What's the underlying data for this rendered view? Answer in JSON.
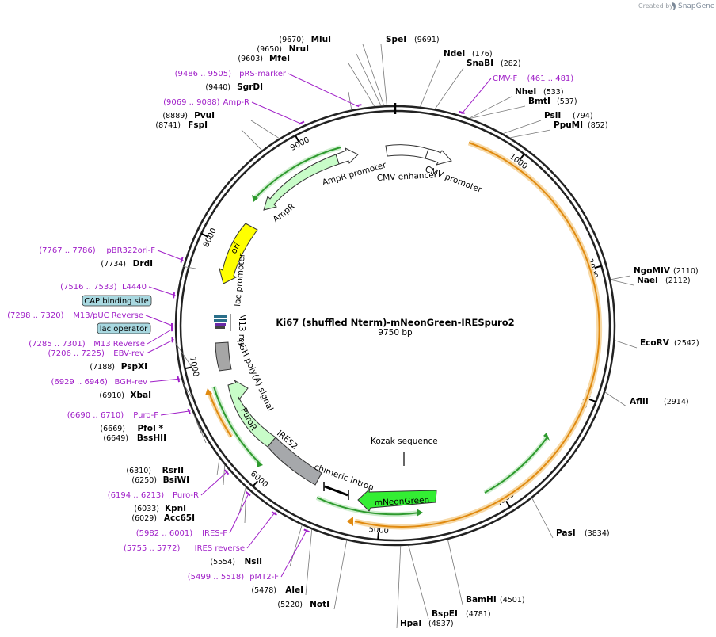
{
  "credit": {
    "created_by": "Created by",
    "brand": "SnapGene"
  },
  "plasmid": {
    "name": "Ki67 (shuffled Nterm)-mNeonGreen-IRESpuro2",
    "size_label": "9750 bp",
    "length": 9750
  },
  "ticks": [
    "1000",
    "2000",
    "3000",
    "4000",
    "5000",
    "6000",
    "7000",
    "8000",
    "9000"
  ],
  "sites": [
    {
      "name": "MluI",
      "pos": "(9670)"
    },
    {
      "name": "SpeI",
      "pos": "(9691)"
    },
    {
      "name": "NruI",
      "pos": "(9650)"
    },
    {
      "name": "NdeI",
      "pos": "(176)"
    },
    {
      "name": "MfeI",
      "pos": "(9603)"
    },
    {
      "name": "SnaBI",
      "pos": "(282)"
    },
    {
      "name": "SgrDI",
      "pos": "(9440)"
    },
    {
      "name": "NheI",
      "pos": "(533)"
    },
    {
      "name": "BmtI",
      "pos": "(537)"
    },
    {
      "name": "PvuI",
      "pos": "(8889)"
    },
    {
      "name": "PsiI",
      "pos": "(794)"
    },
    {
      "name": "FspI",
      "pos": "(8741)"
    },
    {
      "name": "PpuMI",
      "pos": "(852)"
    },
    {
      "name": "NgoMIV",
      "pos": "(2110)"
    },
    {
      "name": "NaeI",
      "pos": "(2112)"
    },
    {
      "name": "DrdI",
      "pos": "(7734)"
    },
    {
      "name": "EcoRV",
      "pos": "(2542)"
    },
    {
      "name": "PspXI",
      "pos": "(7188)"
    },
    {
      "name": "AflII",
      "pos": "(2914)"
    },
    {
      "name": "XbaI",
      "pos": "(6910)"
    },
    {
      "name": "PfoI *",
      "pos": "(6669)"
    },
    {
      "name": "BssHII",
      "pos": "(6649)"
    },
    {
      "name": "RsrII",
      "pos": "(6310)"
    },
    {
      "name": "BsiWI",
      "pos": "(6250)"
    },
    {
      "name": "KpnI",
      "pos": "(6033)"
    },
    {
      "name": "Acc65I",
      "pos": "(6029)"
    },
    {
      "name": "PasI",
      "pos": "(3834)"
    },
    {
      "name": "NsiI",
      "pos": "(5554)"
    },
    {
      "name": "BamHI",
      "pos": "(4501)"
    },
    {
      "name": "AleI",
      "pos": "(5478)"
    },
    {
      "name": "NotI",
      "pos": "(5220)"
    },
    {
      "name": "BspEI",
      "pos": "(4781)"
    },
    {
      "name": "HpaI",
      "pos": "(4837)"
    }
  ],
  "primers": [
    {
      "name": "pRS-marker",
      "range": "(9486 .. 9505)"
    },
    {
      "name": "CMV-F",
      "range": "(461 .. 481)"
    },
    {
      "name": "Amp-R",
      "range": "(9069 .. 9088)"
    },
    {
      "name": "pBR322ori-F",
      "range": "(7767 .. 7786)"
    },
    {
      "name": "L4440",
      "range": "(7516 .. 7533)"
    },
    {
      "name": "M13/pUC Reverse",
      "range": "(7298 .. 7320)"
    },
    {
      "name": "M13 Reverse",
      "range": "(7285 .. 7301)"
    },
    {
      "name": "EBV-rev",
      "range": "(7206 .. 7225)"
    },
    {
      "name": "BGH-rev",
      "range": "(6929 .. 6946)"
    },
    {
      "name": "Puro-F",
      "range": "(6690 .. 6710)"
    },
    {
      "name": "Puro-R",
      "range": "(6194 .. 6213)"
    },
    {
      "name": "IRES-F",
      "range": "(5982 .. 6001)"
    },
    {
      "name": "IRES reverse",
      "range": "(5755 .. 5772)"
    },
    {
      "name": "pMT2-F",
      "range": "(5499 .. 5518)"
    }
  ],
  "boxes": {
    "cap": "CAP binding site",
    "lac": "lac operator"
  },
  "features": {
    "ampr_promoter": "AmpR promoter",
    "cmv_enhancer": "CMV enhancer",
    "cmv_promoter": "CMV promoter",
    "ampr": "AmpR",
    "ori": "ori",
    "lac_promoter": "lac promoter",
    "m13_rev": "M13 rev",
    "bgh": "bGH poly(A) signal",
    "puror": "PuroR",
    "ires2": "IRES2",
    "chimeric": "chimeric intron",
    "kozak": "Kozak sequence",
    "mneongreen": "mNeonGreen"
  },
  "colors": {
    "amp": "#c8fcc8",
    "ori": "#ffff00",
    "mneongreen": "#33ee33",
    "bgh": "#a6a6a6",
    "ires": "#a6a8ab",
    "orf": "#f0a020",
    "orf_green": "#2e9a2e",
    "primer": "#a020c8",
    "box": "#a8d8e0"
  }
}
